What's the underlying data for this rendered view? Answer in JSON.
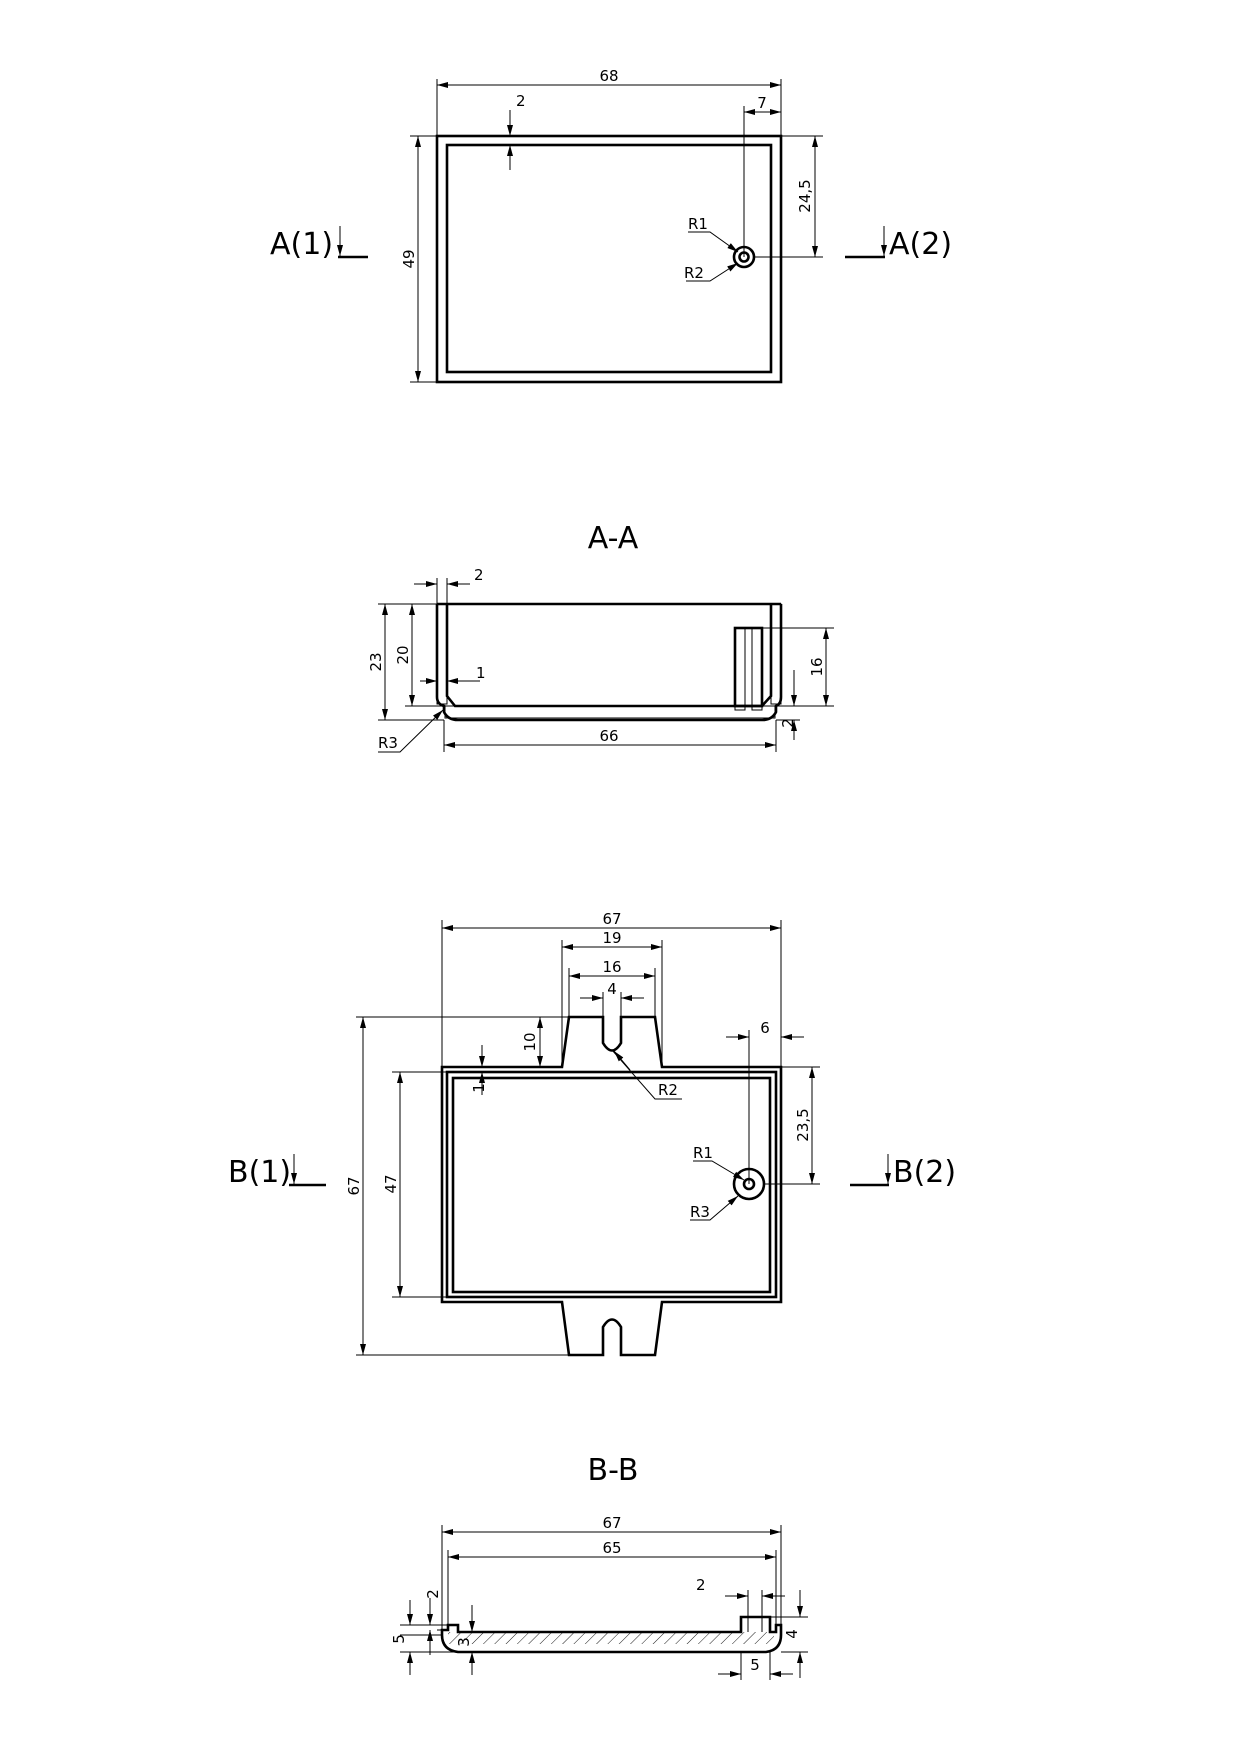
{
  "colors": {
    "line": "#000000",
    "background": "#ffffff"
  },
  "top_view": {
    "dim_width": "68",
    "dim_wall": "2",
    "dim_hole_x": "7",
    "dim_hole_y": "24,5",
    "dim_height": "49",
    "r1": "R1",
    "r2": "R2",
    "cut_left": "A(1)",
    "cut_right": "A(2)"
  },
  "section_a": {
    "title": "A-A",
    "dim_wall": "2",
    "dim_height_outer": "23",
    "dim_height_inner": "20",
    "dim_step": "1",
    "dim_boss": "16",
    "dim_floor": "2",
    "dim_inner_width": "66",
    "r3": "R3"
  },
  "lid_view": {
    "dim_width": "67",
    "dim_tab_outer": "19",
    "dim_tab_inner": "16",
    "dim_slot": "4",
    "dim_tab_h": "10",
    "dim_rim": "1",
    "dim_hole_x": "6",
    "dim_hole_y": "23,5",
    "dim_inner_h": "47",
    "dim_total_h": "67",
    "r1": "R1",
    "r2": "R2",
    "r3": "R3",
    "cut_left": "B(1)",
    "cut_right": "B(2)"
  },
  "section_b": {
    "title": "B-B",
    "dim_width": "67",
    "dim_inner": "65",
    "dim_lip": "2",
    "dim_pin_w": "2",
    "dim_thick": "5",
    "dim_inner_h": "3",
    "dim_pin_h": "4",
    "dim_pin_base": "5"
  }
}
